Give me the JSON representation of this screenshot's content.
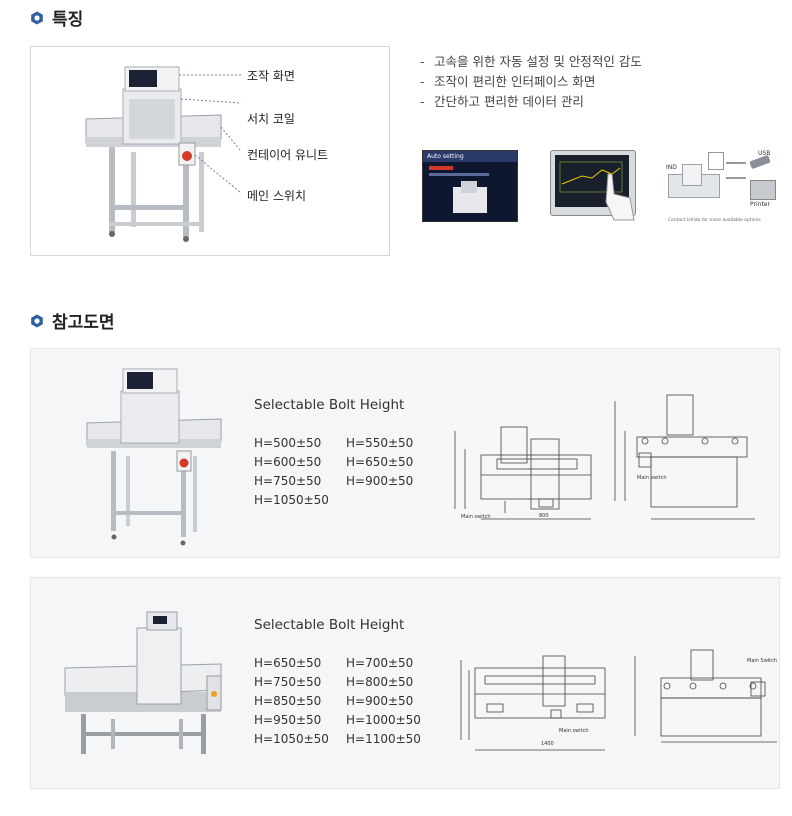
{
  "features": {
    "title": "특징",
    "callouts": [
      "조작 화면",
      "서치 코일",
      "컨테이어 유니트",
      "메인 스위치"
    ],
    "bullets": [
      "고속을 위한 자동 설정 및 안정적인 감도",
      "조작이 편리한 인터페이스 화면",
      "간단하고 편리한 데이터 관리"
    ],
    "screen1_title": "Auto setting",
    "diagram_labels": {
      "ind": "IND",
      "usb": "USB",
      "printer": "Printer",
      "note": "Contact Ishida for more available options"
    }
  },
  "reference": {
    "title": "참고도면",
    "models": [
      {
        "selectable_title": "Selectable Bolt Height",
        "heights": [
          "H=500±50",
          "H=550±50",
          "H=600±50",
          "H=650±50",
          "H=750±50",
          "H=900±50",
          "H=1050±50"
        ],
        "drawing_labels": {
          "main_switch": "Main switch",
          "main_switch_side": "Main switch",
          "width": "800"
        }
      },
      {
        "selectable_title": "Selectable Bolt Height",
        "heights": [
          "H=650±50",
          "H=700±50",
          "H=750±50",
          "H=800±50",
          "H=850±50",
          "H=900±50",
          "H=950±50",
          "H=1000±50",
          "H=1050±50",
          "H=1100±50"
        ],
        "drawing_labels": {
          "main_switch": "Main switch",
          "main_switch_side": "Main Switch",
          "width": "1400"
        }
      }
    ]
  },
  "colors": {
    "icon": "#2f5f9e",
    "screen": "#0f1730",
    "screen_accent": "#d43a2a"
  }
}
